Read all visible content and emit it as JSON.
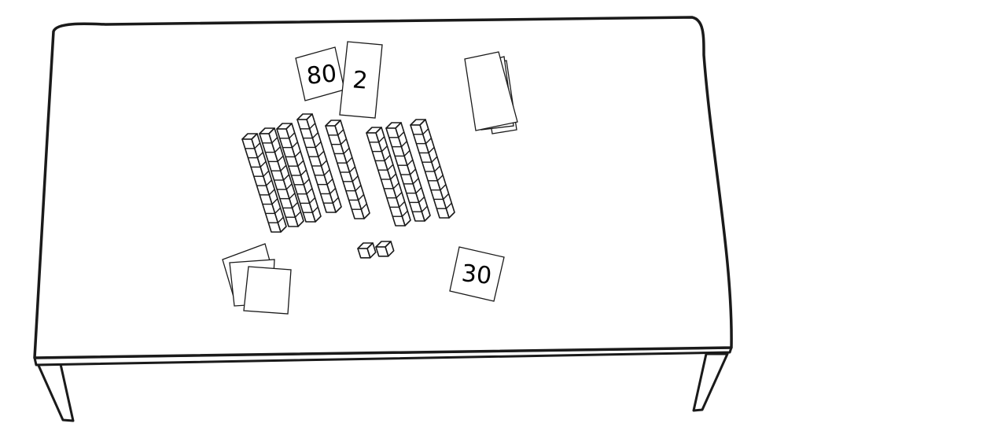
{
  "cards": {
    "eighty": "80",
    "two": "2",
    "thirty": "30"
  },
  "colors": {
    "ink": "#1a1a1a",
    "paper": "#ffffff"
  },
  "blocks": {
    "rods_left_group": 5,
    "rods_right_group": 3,
    "units": 2,
    "cubes_per_rod": 10
  }
}
